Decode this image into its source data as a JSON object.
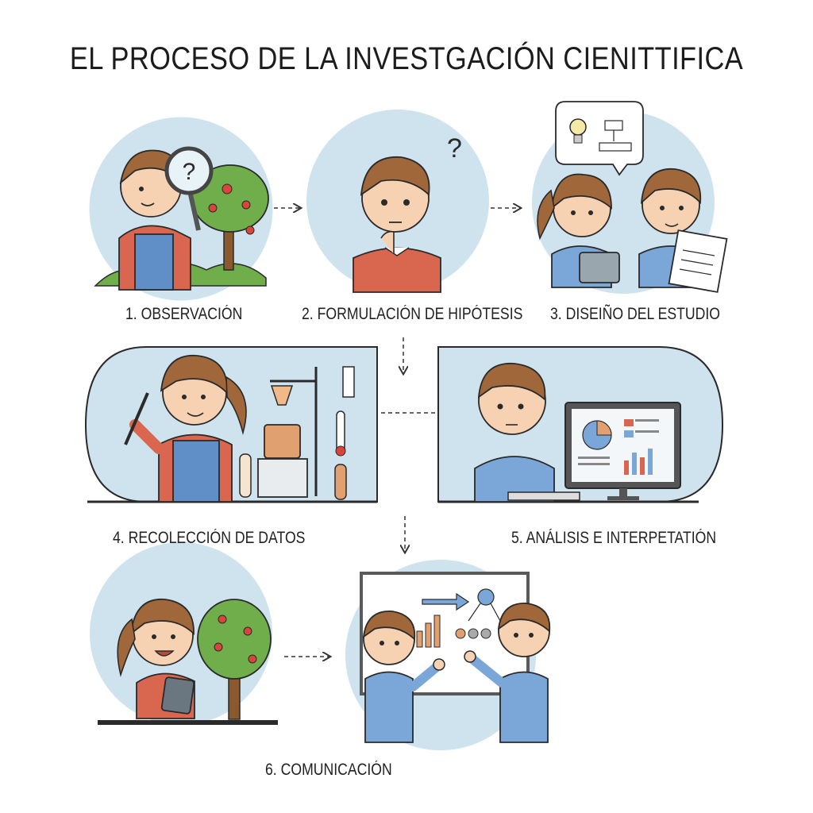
{
  "title": "EL PROCESO DE LA INVESTGACIÓN CIENITTIFICA",
  "steps": [
    {
      "label": "1. OBSERVACIÓN"
    },
    {
      "label": "2. FORMULACIÓN DE HIPÓTESIS"
    },
    {
      "label": "3. DISEIÑO DEL ESTUDIO"
    },
    {
      "label": "4. RECOLECCIÓN DE DATOS"
    },
    {
      "label": "5. ANÁLISIS E INTERPETATIÓN"
    },
    {
      "label": "6. COMUNICACIÓN"
    }
  ],
  "bubble_text": "?",
  "colors": {
    "panel_blue": "#cfe3ee",
    "outline": "#2a2a2a",
    "shirt_red": "#d9674f",
    "overall_blue": "#5f8fc6",
    "sweater_blue": "#7aa7d8",
    "hair_brown": "#a0683a",
    "skin": "#f6d2b3",
    "tree_green": "#6fae4a",
    "apple_red": "#d9453a"
  }
}
